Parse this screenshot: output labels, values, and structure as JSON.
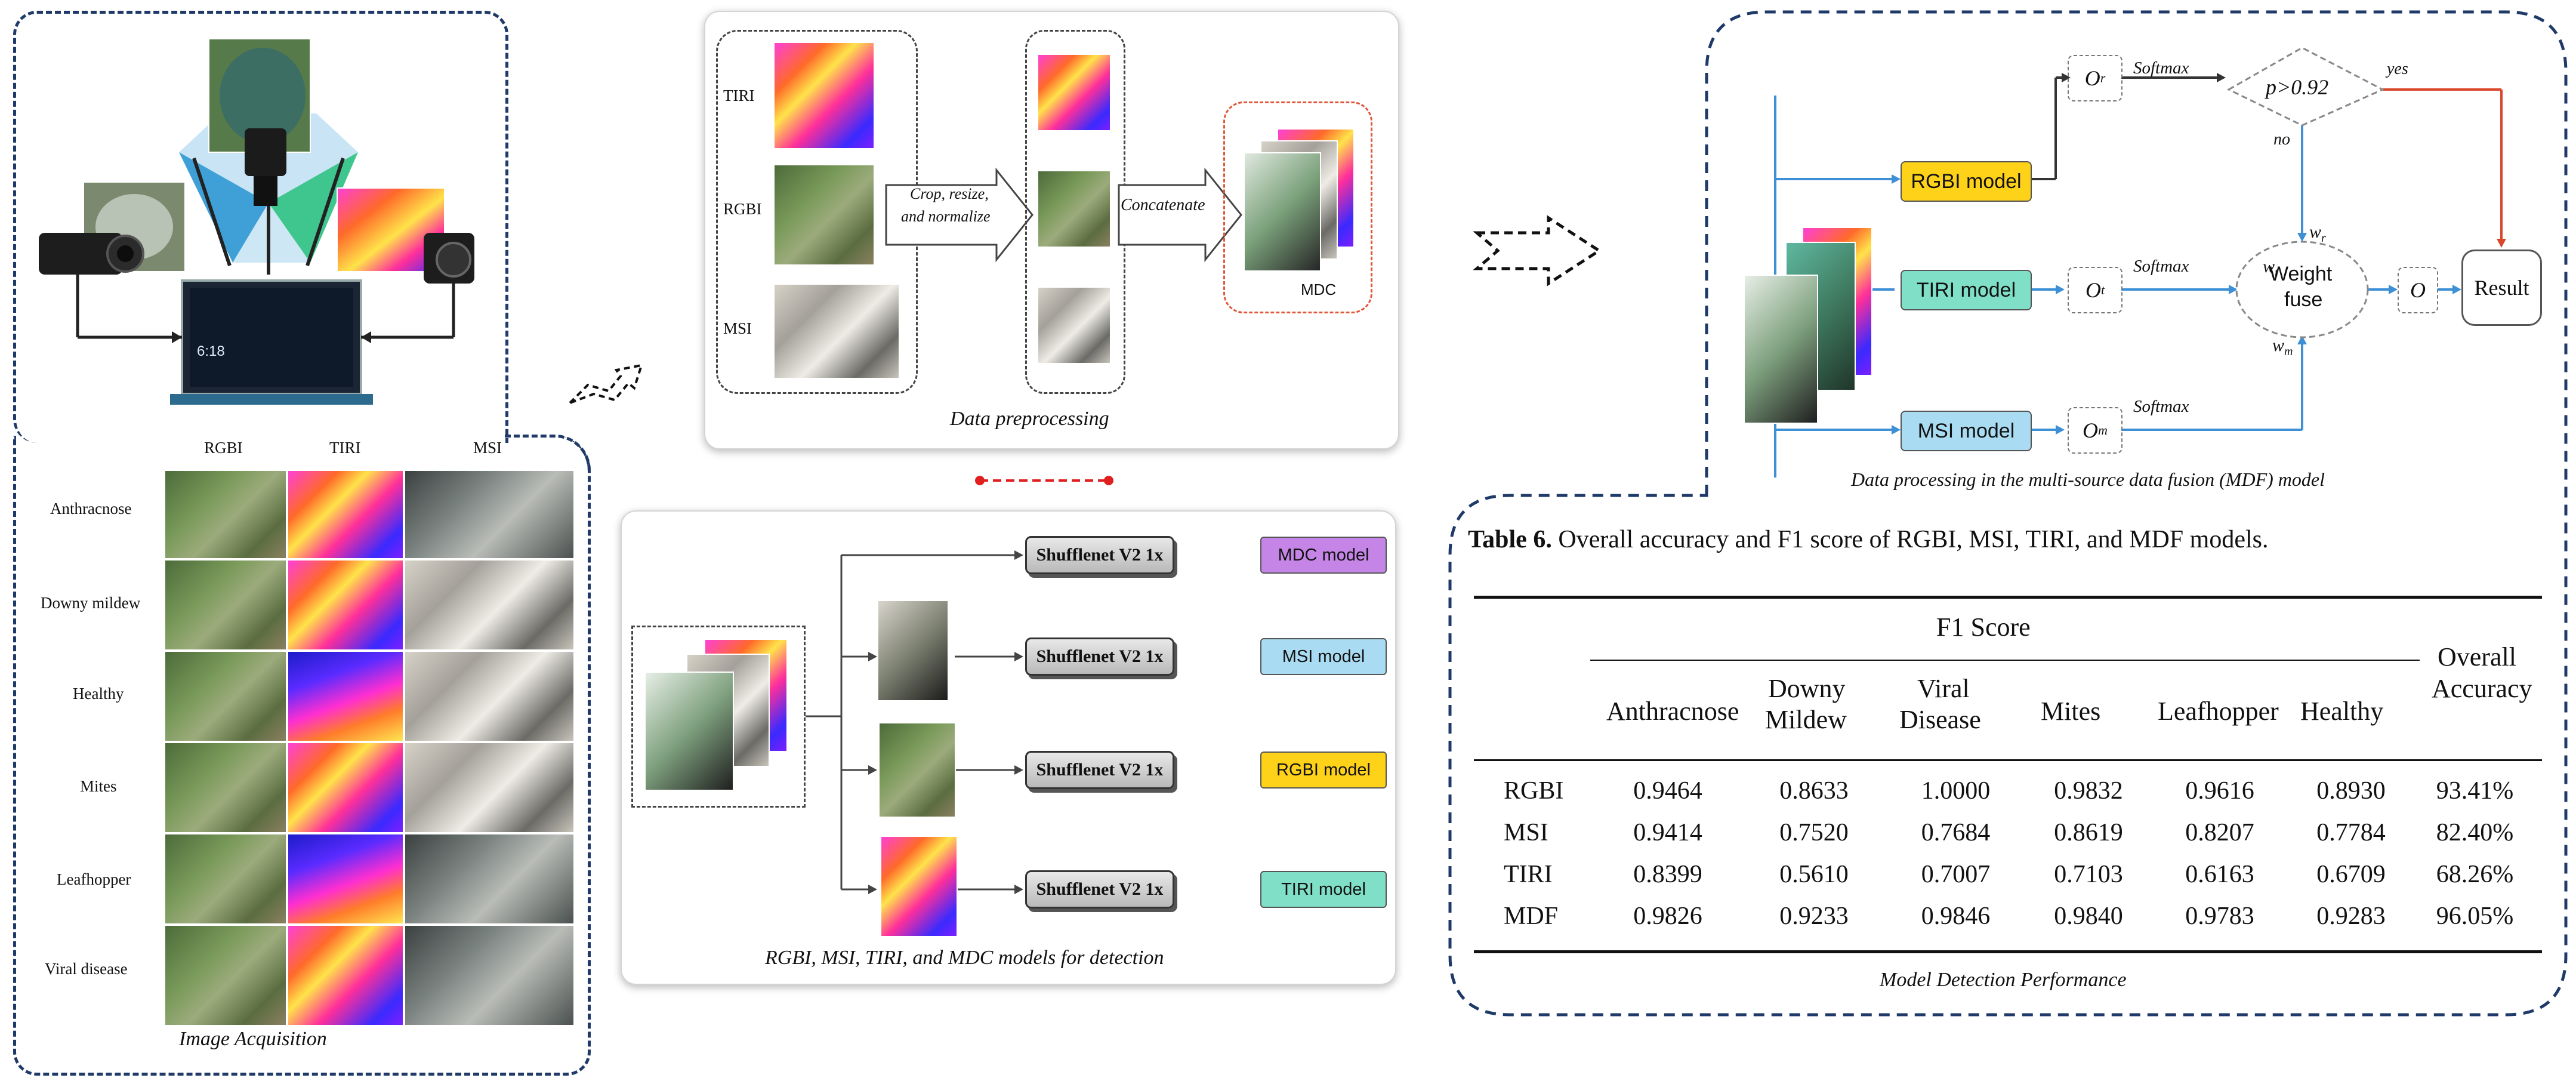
{
  "acquisition": {
    "caption": "Image Acquisition",
    "column_headers": [
      "RGBI",
      "TIRI",
      "MSI"
    ],
    "row_labels": [
      "Anthracnose",
      "Downy mildew",
      "Healthy",
      "Mites",
      "Leafhopper",
      "Viral disease"
    ],
    "laptop_clock": "6:18"
  },
  "preprocessing": {
    "caption": "Data preprocessing",
    "input_labels": [
      "TIRI",
      "RGBI",
      "MSI"
    ],
    "step1_lines": [
      "Crop, resize,",
      "and normalize"
    ],
    "step2": "Concatenate",
    "output_label": "MDC"
  },
  "detection": {
    "caption": "RGBI, MSI, TIRI, and MDC models for detection",
    "backbone_label": "Shufflenet V2 1x",
    "outputs": [
      {
        "label": "MDC model",
        "color": "#c585e6"
      },
      {
        "label": "MSI model",
        "color": "#a9dcf2"
      },
      {
        "label": "RGBI model",
        "color": "#ffd21a"
      },
      {
        "label": "TIRI model",
        "color": "#7fe0c7"
      }
    ]
  },
  "fusion": {
    "caption": "Data processing in the multi-source data fusion (MDF) model",
    "models": [
      {
        "label": "RGBI model",
        "color": "#ffd21a"
      },
      {
        "label": "TIRI model",
        "color": "#7fe0c7"
      },
      {
        "label": "MSI model",
        "color": "#a9dcf2"
      }
    ],
    "outputs": [
      "O",
      "O",
      "O"
    ],
    "output_subscripts": [
      "r",
      "t",
      "m"
    ],
    "softmax_label": "Softmax",
    "decision": "p>0.92",
    "yes_label": "yes",
    "no_label": "no",
    "weights": [
      "w",
      "w",
      "w"
    ],
    "weight_subscripts": [
      "r",
      "t",
      "m"
    ],
    "weight_fuse_lines": [
      "Weight",
      "fuse"
    ],
    "final_output": "O",
    "result": "Result"
  },
  "table": {
    "title_bold": "Table 6.",
    "title_rest": " Overall accuracy and F1 score of RGBI, MSI, TIRI, and MDF models.",
    "group_header": "F1 Score",
    "columns": [
      [
        "Anthracnose"
      ],
      [
        "Downy",
        "Mildew"
      ],
      [
        "Viral",
        "Disease"
      ],
      [
        "Mites"
      ],
      [
        "Leafhopper"
      ],
      [
        "Healthy"
      ]
    ],
    "overall_header": [
      "Overall",
      "Accuracy"
    ],
    "rows": [
      {
        "model": "RGBI",
        "values": [
          "0.9464",
          "0.8633",
          "1.0000",
          "0.9832",
          "0.9616",
          "0.8930"
        ],
        "overall": "93.41%"
      },
      {
        "model": "MSI",
        "values": [
          "0.9414",
          "0.7520",
          "0.7684",
          "0.8619",
          "0.8207",
          "0.7784"
        ],
        "overall": "82.40%"
      },
      {
        "model": "TIRI",
        "values": [
          "0.8399",
          "0.5610",
          "0.7007",
          "0.7103",
          "0.6163",
          "0.6709"
        ],
        "overall": "68.26%"
      },
      {
        "model": "MDF",
        "values": [
          "0.9826",
          "0.9233",
          "0.9846",
          "0.9840",
          "0.9783",
          "0.9283"
        ],
        "overall": "96.05%"
      }
    ],
    "caption": "Model Detection Performance"
  },
  "colors": {
    "panel_border": "#1f3a68",
    "arrow_blue": "#3d8fd6",
    "arrow_red": "#d9472b",
    "dot_red": "#e02020"
  }
}
